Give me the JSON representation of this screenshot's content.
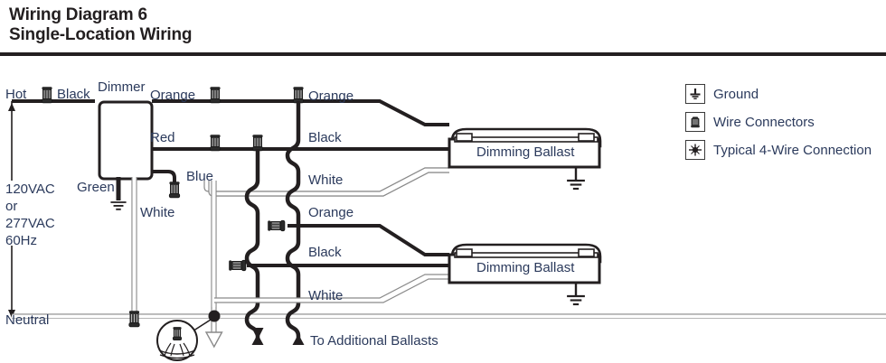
{
  "header": {
    "line1": "Wiring Diagram 6",
    "line2": "Single-Location Wiring"
  },
  "legend": {
    "items": [
      {
        "icon": "ground-icon",
        "label": "Ground"
      },
      {
        "icon": "wire-connector-icon",
        "label": "Wire Connectors"
      },
      {
        "icon": "four-wire-connection-icon",
        "label": "Typical 4-Wire Connection"
      }
    ]
  },
  "diagram": {
    "supply": {
      "hot": "Hot",
      "neutral": "Neutral",
      "voltage_line1": "120VAC",
      "voltage_line2": "or",
      "voltage_line3": "277VAC",
      "voltage_line4": "60Hz"
    },
    "device": {
      "name": "Dimmer"
    },
    "wires": {
      "black_in": "Black",
      "green": "Green",
      "white_dimmer": "White",
      "blue": "Blue",
      "red": "Red",
      "orange_top": "Orange",
      "orange_bus": "Orange",
      "black_bus1": "Black",
      "white_bus1": "White",
      "orange_bus2": "Orange",
      "black_bus2": "Black",
      "white_bus2": "White"
    },
    "loads": [
      {
        "label": "Dimming Ballast"
      },
      {
        "label": "Dimming Ballast"
      }
    ],
    "continuation": "To Additional Ballasts"
  },
  "colors": {
    "ink": "#231f20",
    "label_text": "#2b3a5c",
    "wire_black": "#231f20",
    "wire_white_fill": "#ffffff",
    "wire_white_stroke": "#8a8a8a",
    "background": "#ffffff"
  }
}
